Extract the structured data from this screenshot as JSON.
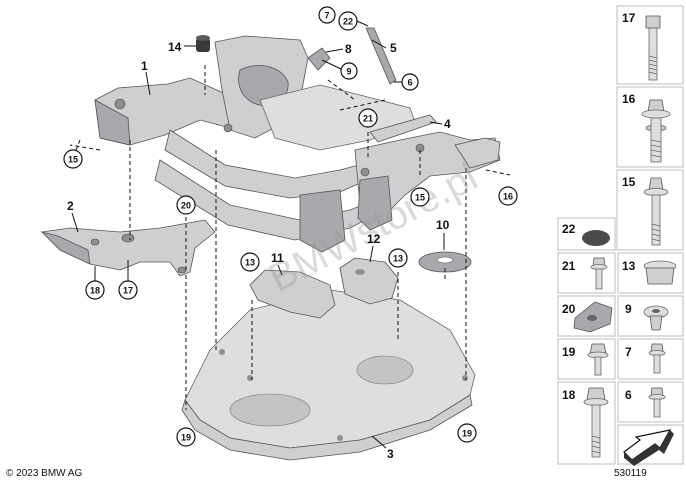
{
  "diagram": {
    "callouts": {
      "c1": "1",
      "c2": "2",
      "c3": "3",
      "c4": "4",
      "c5": "5",
      "c6": "6",
      "c7": "7",
      "c8": "8",
      "c9": "9",
      "c10": "10",
      "c11": "11",
      "c12": "12",
      "c13a": "13",
      "c13b": "13",
      "c14": "14",
      "c15a": "15",
      "c15b": "15",
      "c16": "16",
      "c17": "17",
      "c18": "18",
      "c19a": "19",
      "c19b": "19",
      "c20": "20",
      "c21": "21",
      "c22": "22"
    },
    "watermark": "BMWstore.pl",
    "copyright": "© 2023 BMW AG",
    "drawing_number": "530119"
  },
  "parts_table": {
    "rows_wide": [
      {
        "label": "17",
        "icon": "long-bolt-icon"
      },
      {
        "label": "16",
        "icon": "flange-bolt-icon"
      },
      {
        "label": "15",
        "icon": "long-flange-bolt-icon"
      }
    ],
    "rows_grid": [
      {
        "left": "22",
        "left_icon": "round-cap-icon",
        "right": "",
        "right_icon": ""
      },
      {
        "left": "21",
        "left_icon": "short-bolt-icon",
        "right": "13",
        "right_icon": "plug-icon"
      },
      {
        "left": "20",
        "left_icon": "bracket-nut-icon",
        "right": "9",
        "right_icon": "expanding-rivet-icon"
      },
      {
        "left": "19",
        "left_icon": "hex-bolt-icon",
        "right": "7",
        "right_icon": "small-bolt-icon"
      },
      {
        "left": "18",
        "left_icon": "stud-bolt-icon",
        "right": "6",
        "right_icon": "small-screw-icon"
      }
    ],
    "last_cell_icon": "arrow-symbol-icon"
  }
}
